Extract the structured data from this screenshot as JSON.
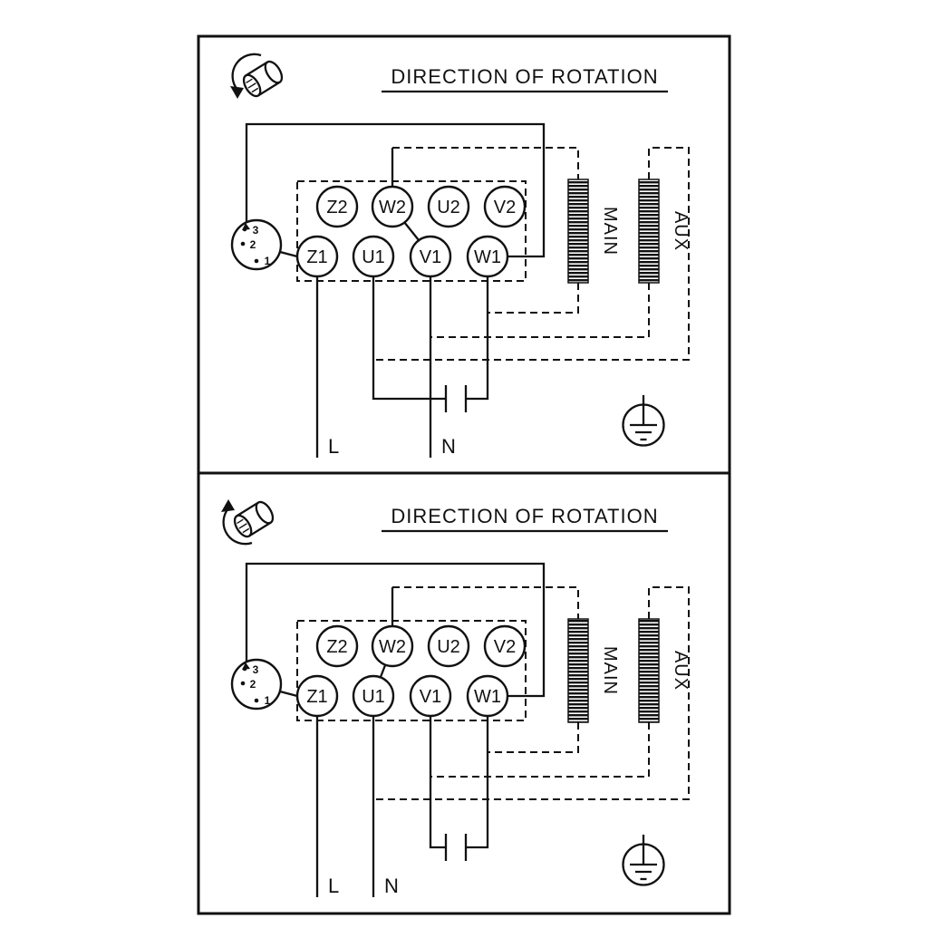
{
  "panels": [
    {
      "title": "DIRECTION OF ROTATION",
      "terminals_top": [
        "Z2",
        "W2",
        "U2",
        "V2"
      ],
      "terminals_bottom": [
        "Z1",
        "U1",
        "V1",
        "W1"
      ],
      "switch_positions": [
        "3",
        "2",
        "1"
      ],
      "windings": {
        "main": "MAIN",
        "aux": "AUX"
      },
      "supply": {
        "line": "L",
        "neutral": "N"
      }
    },
    {
      "title": "DIRECTION OF ROTATION",
      "terminals_top": [
        "Z2",
        "W2",
        "U2",
        "V2"
      ],
      "terminals_bottom": [
        "Z1",
        "U1",
        "V1",
        "W1"
      ],
      "switch_positions": [
        "3",
        "2",
        "1"
      ],
      "windings": {
        "main": "MAIN",
        "aux": "AUX"
      },
      "supply": {
        "line": "L",
        "neutral": "N"
      }
    }
  ],
  "colors": {
    "ink": "#111111",
    "background": "#ffffff"
  }
}
